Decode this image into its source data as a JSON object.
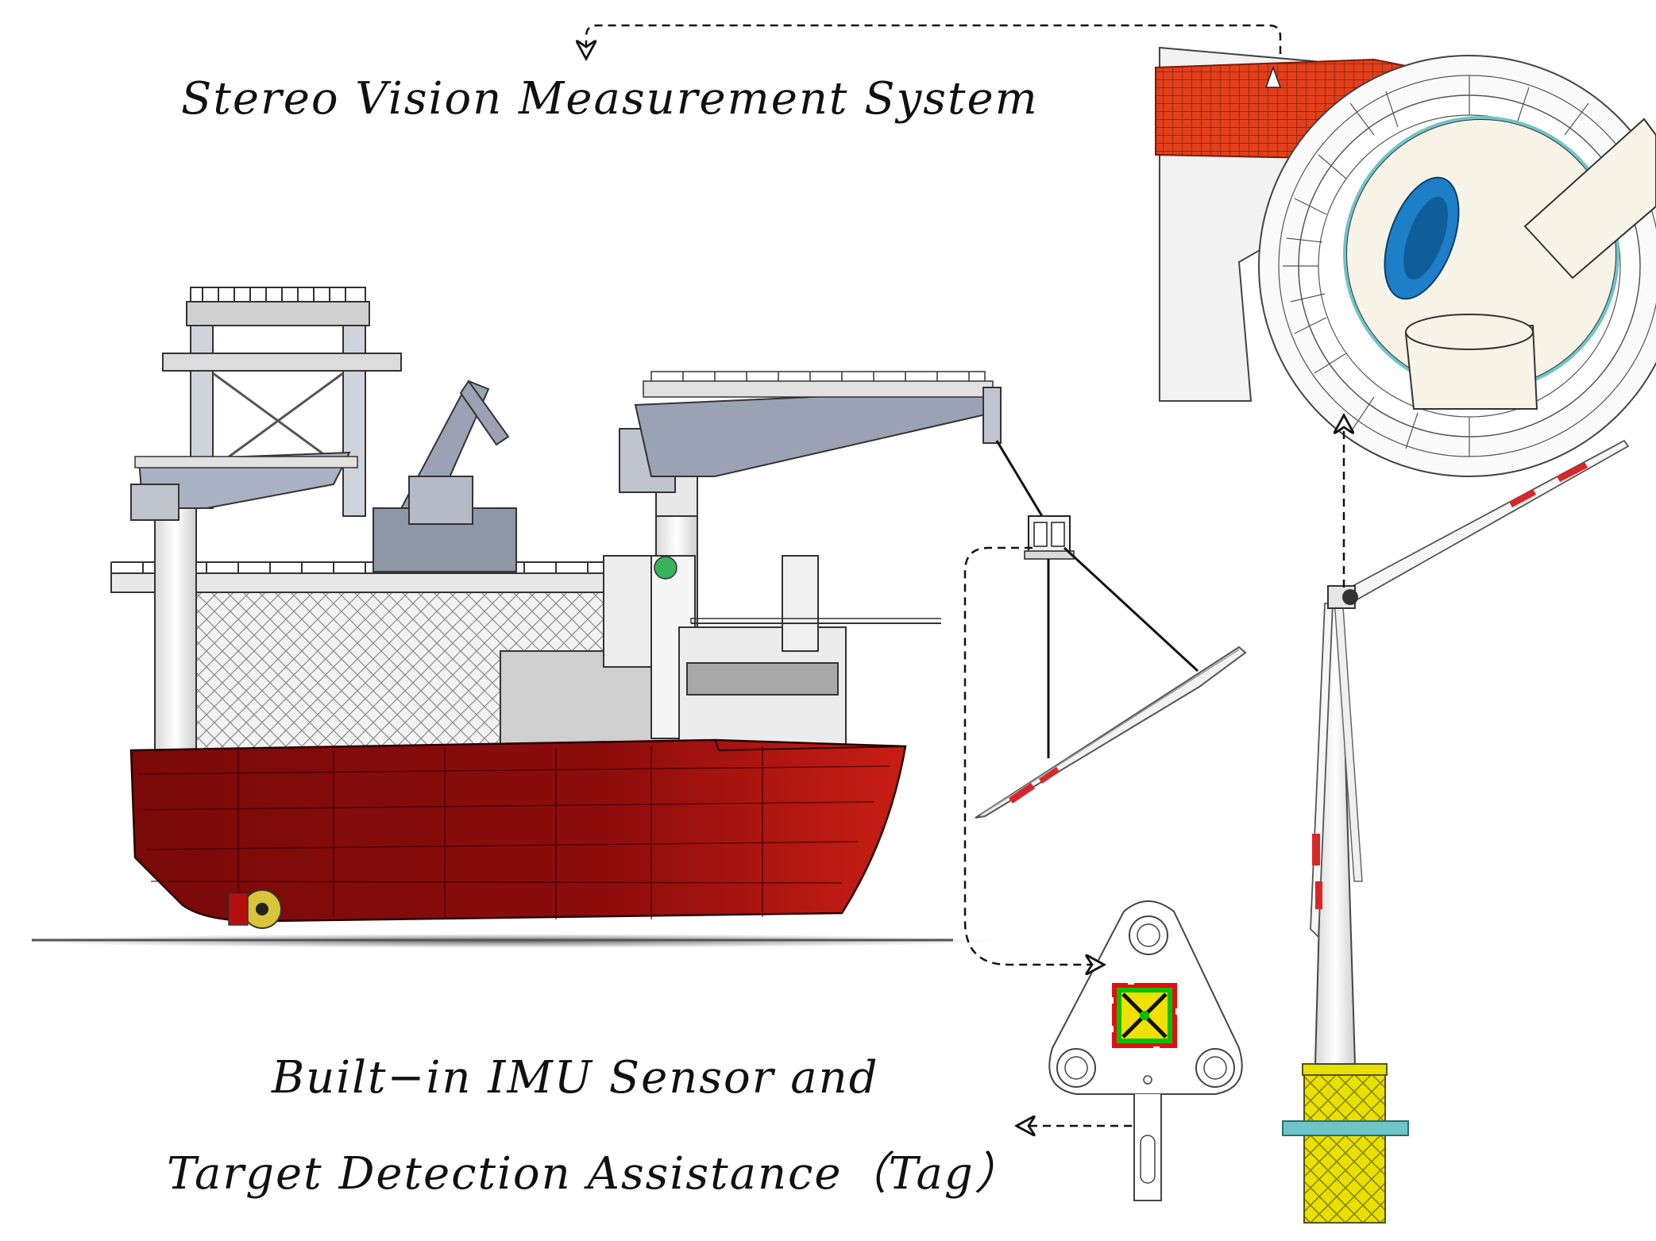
{
  "labels": {
    "stereo_vision": "Stereo Vision Measurement System",
    "imu_line1": "Built−in IMU Sensor and",
    "imu_line2": "Target Detection Assistance（Tag）"
  },
  "colors": {
    "hull": "#8b0c0c",
    "hull_highlight": "#c81e14",
    "superstructure": "#e6e6e6",
    "crane": "#9aa2b4",
    "nacelle_rail": "#e2401c",
    "hub_blue": "#1d7fc7",
    "blade_band": "#d8262a",
    "jacket": "#e8e000",
    "platform": "#6fc4c8",
    "tag_green": "#00c000",
    "tag_red": "#e01010",
    "tag_yellow": "#f0e000"
  },
  "icons": [
    "vessel-illustration",
    "crane-illustration",
    "gripper-illustration",
    "blade-illustration",
    "wind-turbine-illustration",
    "nacelle-closeup-illustration",
    "tag-plate-illustration",
    "fiducial-tag-icon"
  ]
}
